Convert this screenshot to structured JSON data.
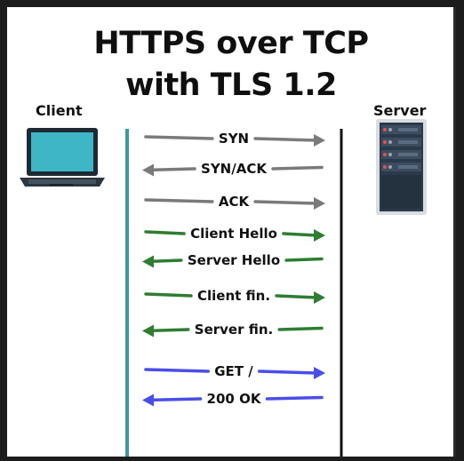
{
  "title": {
    "line1": "HTTPS over TCP",
    "line2": "with TLS 1.2"
  },
  "client_label": "Client",
  "server_label": "Server",
  "colors": {
    "tcp": "#7a7a7a",
    "tls": "#2e7d32",
    "http": "#4a4ee8",
    "client_timeline": "#3d9a9e",
    "server_timeline": "#111111",
    "laptop_screen": "#3fb6c6"
  },
  "messages": [
    {
      "label": "SYN",
      "direction": "to-server",
      "group": "tcp"
    },
    {
      "label": "SYN/ACK",
      "direction": "to-client",
      "group": "tcp"
    },
    {
      "label": "ACK",
      "direction": "to-server",
      "group": "tcp"
    },
    {
      "label": "Client Hello",
      "direction": "to-server",
      "group": "tls"
    },
    {
      "label": "Server Hello",
      "direction": "to-client",
      "group": "tls"
    },
    {
      "label": "Client fin.",
      "direction": "to-server",
      "group": "tls"
    },
    {
      "label": "Server fin.",
      "direction": "to-client",
      "group": "tls"
    },
    {
      "label": "GET /",
      "direction": "to-server",
      "group": "http"
    },
    {
      "label": "200 OK",
      "direction": "to-client",
      "group": "http"
    }
  ],
  "icons": {
    "client": "laptop-icon",
    "server": "server-rack-icon"
  }
}
